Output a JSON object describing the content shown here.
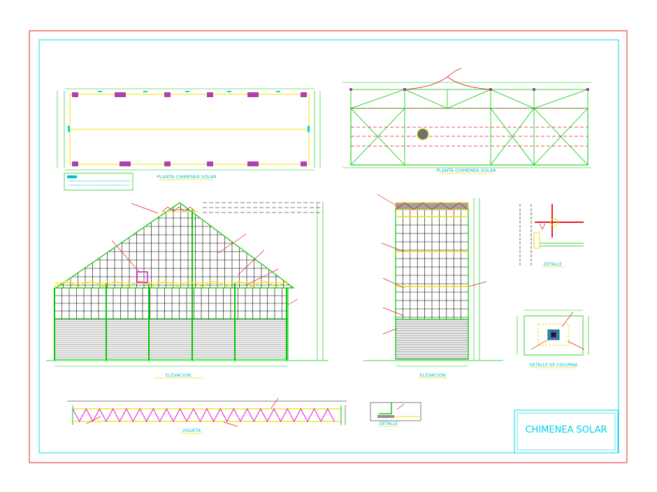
{
  "sheet": {
    "title_block": "CHIMENEA SOLAR"
  },
  "views": {
    "plan_left": "PLANTA CHIMENEA SOLAR",
    "plan_right": "PLANTA CHIMENEA SOLAR",
    "elevation_left": "ELEVACION",
    "elevation_right": "ELEVACION",
    "detail_top": "DETALLE",
    "detail_column": "DETALLE DE COLUMNA",
    "beam": "VIGUETA",
    "detail_bottom": "DETALLE"
  },
  "colors": {
    "sheet_border": "#e0202a",
    "frame": "#00d8e8",
    "green": "#00c800",
    "yellow": "#f0e000",
    "magenta": "#d000d0",
    "red": "#e0202a",
    "black": "#000000",
    "cyan_text": "#00bcd4"
  }
}
